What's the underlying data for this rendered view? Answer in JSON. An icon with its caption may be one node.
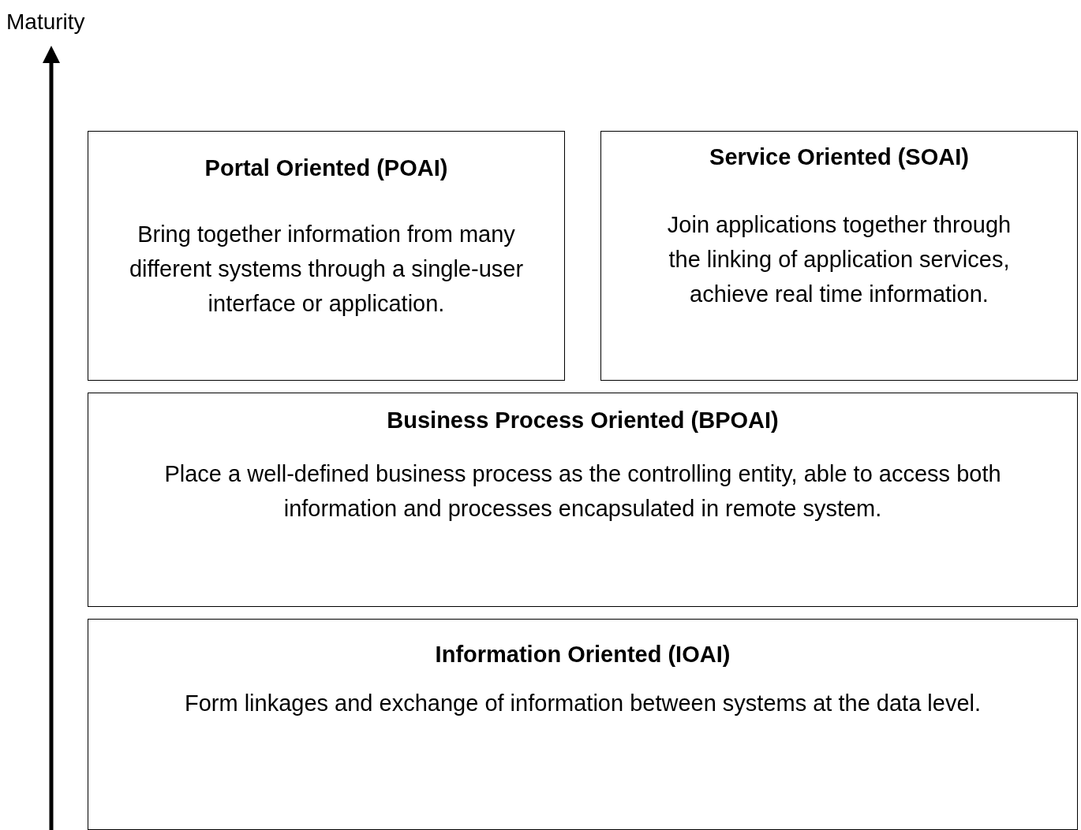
{
  "diagram": {
    "nodes": [
      {
        "text": [
          "Portal Oriented (POAI)",
          "Bring together information from many different systems through a single-user interface or application."
        ]
      },
      {
        "text": [
          "Service Oriented (SOAI)",
          "Join applications together through the linking of application services, achieve real time information."
        ]
      },
      {
        "text": [
          "Business Process Oriented  (BPOAI)",
          "Place a well-defined business process as the controlling entity, able to access both information and processes encapsulated in remote system."
        ]
      },
      {
        "text": [
          "Information Oriented  (IOAI)",
          "Form linkages and exchange of information between systems at the data level."
        ]
      }
    ],
    "edges": [],
    "labels": [
      "Maturity"
    ]
  }
}
